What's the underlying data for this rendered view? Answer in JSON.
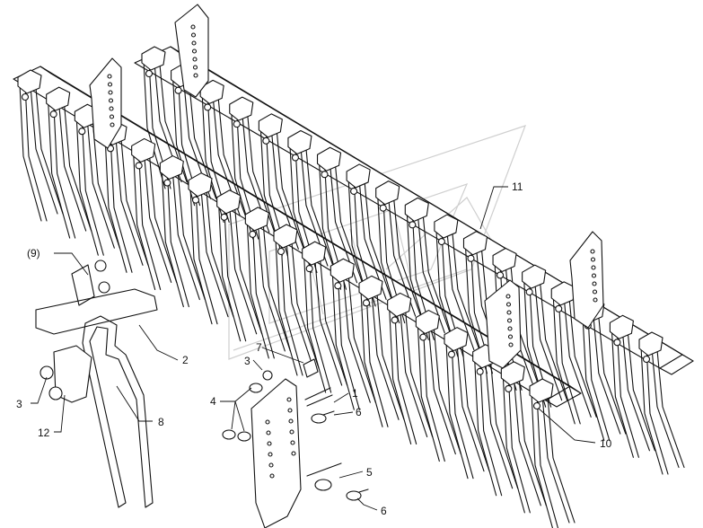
{
  "callouts": {
    "c1": "1",
    "c2": "2",
    "c3a": "3",
    "c3b": "3",
    "c4": "4",
    "c5": "5",
    "c6a": "6",
    "c6b": "6",
    "c7": "7",
    "c8": "8",
    "c9": "(9)",
    "c10": "10",
    "c11": "11",
    "c12": "12"
  },
  "colors": {
    "line": "#111111",
    "watermark": "#cfcfcf",
    "background": "#ffffff"
  }
}
